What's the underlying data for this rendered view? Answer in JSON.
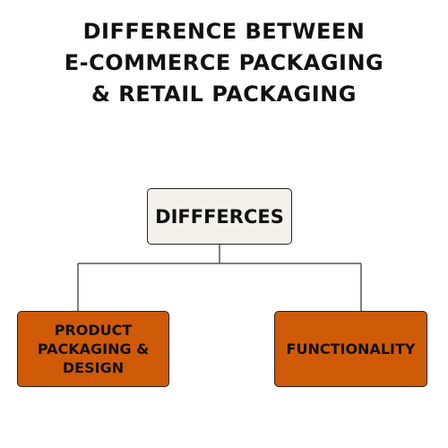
{
  "title": {
    "lines": [
      "DIFFERENCE BETWEEN",
      "E-COMMERCE PACKAGING",
      "& RETAIL PACKAGING"
    ]
  },
  "diagram": {
    "root": {
      "label": "DIFFFERCES"
    },
    "children": [
      {
        "lines": [
          "PRODUCT",
          "PACKAGING &",
          "DESIGN"
        ]
      },
      {
        "lines": [
          "FUNCTIONALITY"
        ]
      }
    ]
  },
  "colors": {
    "root_fill": "#f3f1ea",
    "child_fill": "#cf5a08",
    "line": "#555555",
    "text": "#111111"
  }
}
